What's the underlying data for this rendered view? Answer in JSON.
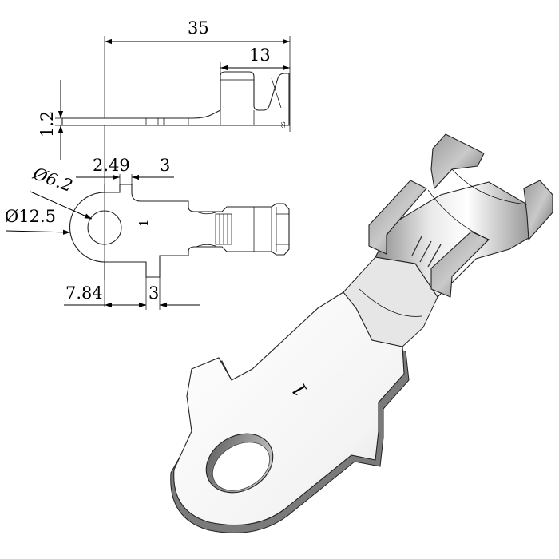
{
  "dimensions": {
    "overall_length": "35",
    "barrel_length": "13",
    "thickness": "1.2",
    "tab_offset": "2.49",
    "tab_width_top": "3",
    "inner_diameter": "Ø6.2",
    "outer_diameter": "Ø12.5",
    "center_to_tab": "7.84",
    "tab_width_bottom": "3"
  },
  "part_marking": "1",
  "side_view_marking": "SS",
  "colors": {
    "line": "#000000",
    "shade_dark": "#6f6f6f",
    "shade_light": "#f2f2f2"
  }
}
